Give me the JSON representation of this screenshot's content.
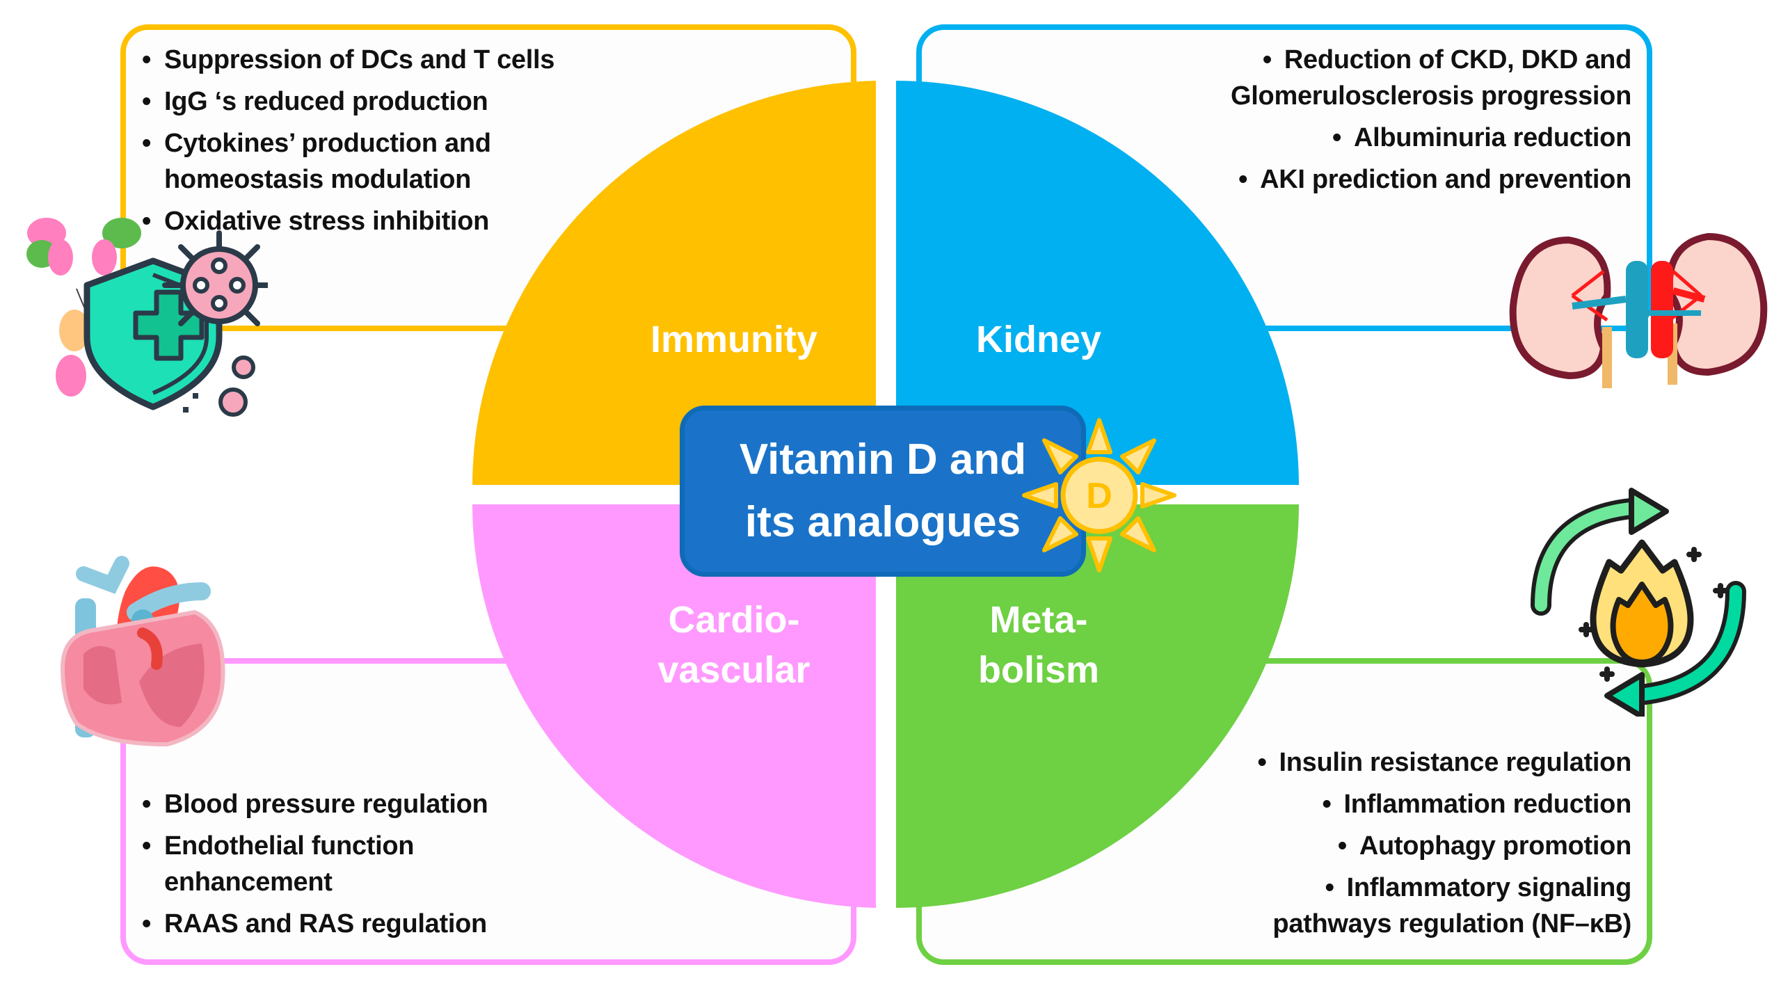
{
  "center": {
    "title_line1": "Vitamin D and",
    "title_line2": "its analogues",
    "sun_letter": "D"
  },
  "colors": {
    "immunity": "#ffc000",
    "kidney": "#00b0f0",
    "cardiovascular": "#ff99ff",
    "metabolism": "#6ed043",
    "center_box": "#1a73c8",
    "sun": "#ffc000",
    "sun_fill": "#ffe699"
  },
  "quadrants": {
    "immunity": {
      "label": "Immunity",
      "icon": "immune-shield-icon",
      "items": [
        "Suppression of DCs and T cells",
        "IgG ‘s reduced production",
        "Cytokines’ production and homeostasis modulation",
        "Oxidative stress inhibition"
      ]
    },
    "kidney": {
      "label": "Kidney",
      "icon": "kidneys-icon",
      "items": [
        "Reduction of CKD, DKD and",
        "Glomerulosclerosis progression",
        "Albuminuria reduction",
        "AKI prediction and prevention"
      ]
    },
    "cardiovascular": {
      "label_line1": "Cardio-",
      "label_line2": "vascular",
      "icon": "heart-icon",
      "items": [
        "Blood pressure regulation",
        "Endothelial function enhancement",
        "RAAS and RAS regulation"
      ]
    },
    "metabolism": {
      "label_line1": "Meta-",
      "label_line2": "bolism",
      "icon": "metabolism-flame-icon",
      "items": [
        "Insulin resistance regulation",
        "Inflammation reduction",
        "Autophagy promotion",
        "Inflammatory signaling",
        "pathways regulation (NF–κB)"
      ]
    }
  }
}
